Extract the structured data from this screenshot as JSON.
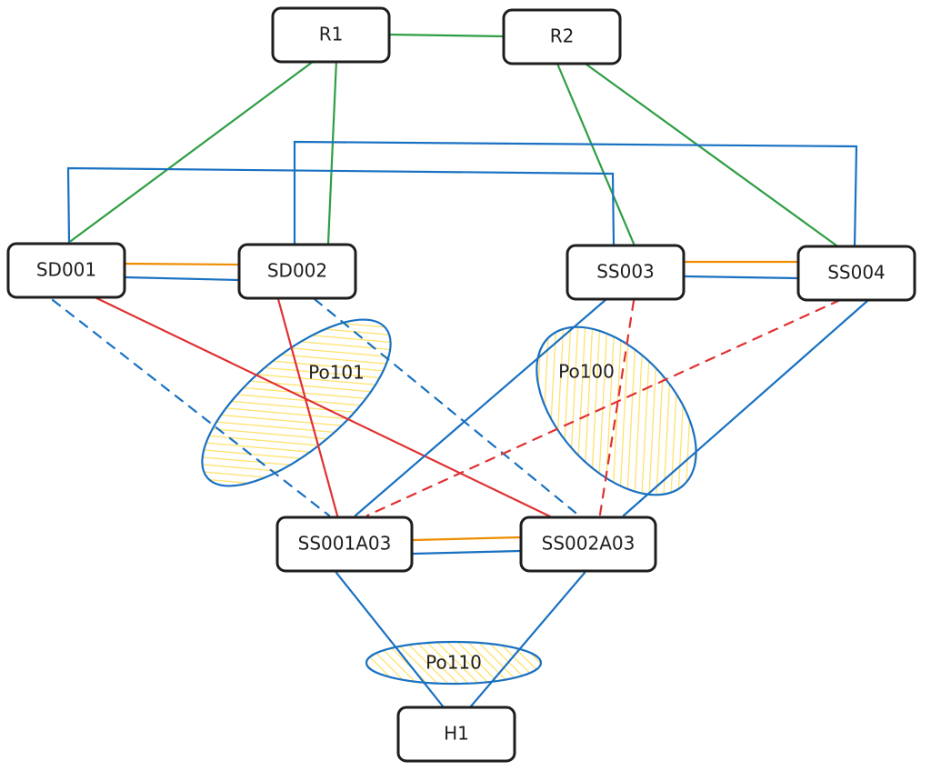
{
  "colors": {
    "green": "#2f9e44",
    "blue": "#1971c2",
    "orange": "#f08c00",
    "red": "#e03131",
    "hatch": "#ffec99",
    "ink": "#1e1e1e"
  },
  "nodes": {
    "r1": {
      "label": "R1"
    },
    "r2": {
      "label": "R2"
    },
    "sd001": {
      "label": "SD001"
    },
    "sd002": {
      "label": "SD002"
    },
    "ss003": {
      "label": "SS003"
    },
    "ss004": {
      "label": "SS004"
    },
    "ss001a03": {
      "label": "SS001A03"
    },
    "ss002a03": {
      "label": "SS002A03"
    },
    "h1": {
      "label": "H1"
    }
  },
  "port_channels": {
    "po101": {
      "label": "Po101"
    },
    "po100": {
      "label": "Po100"
    },
    "po110": {
      "label": "Po110"
    }
  },
  "links": [
    {
      "from": "R1",
      "to": "R2",
      "color": "green",
      "style": "solid"
    },
    {
      "from": "R1",
      "to": "SD001",
      "color": "green",
      "style": "solid"
    },
    {
      "from": "R1",
      "to": "SD002",
      "color": "green",
      "style": "solid"
    },
    {
      "from": "R2",
      "to": "SS003",
      "color": "green",
      "style": "solid"
    },
    {
      "from": "R2",
      "to": "SS004",
      "color": "green",
      "style": "solid"
    },
    {
      "from": "SD001",
      "to": "SS003",
      "color": "blue",
      "style": "solid"
    },
    {
      "from": "SD002",
      "to": "SS004",
      "color": "blue",
      "style": "solid"
    },
    {
      "from": "SD001",
      "to": "SD002",
      "color": "orange",
      "style": "solid"
    },
    {
      "from": "SD001",
      "to": "SD002",
      "color": "blue",
      "style": "solid"
    },
    {
      "from": "SS003",
      "to": "SS004",
      "color": "orange",
      "style": "solid"
    },
    {
      "from": "SS003",
      "to": "SS004",
      "color": "blue",
      "style": "solid"
    },
    {
      "from": "SD001",
      "to": "SS001A03",
      "color": "blue",
      "style": "dashed"
    },
    {
      "from": "SD001",
      "to": "SS002A03",
      "color": "red",
      "style": "solid"
    },
    {
      "from": "SD002",
      "to": "SS001A03",
      "color": "red",
      "style": "solid"
    },
    {
      "from": "SD002",
      "to": "SS002A03",
      "color": "blue",
      "style": "dashed"
    },
    {
      "from": "SS003",
      "to": "SS001A03",
      "color": "blue",
      "style": "solid"
    },
    {
      "from": "SS003",
      "to": "SS002A03",
      "color": "red",
      "style": "dashed"
    },
    {
      "from": "SS004",
      "to": "SS001A03",
      "color": "red",
      "style": "dashed"
    },
    {
      "from": "SS004",
      "to": "SS002A03",
      "color": "blue",
      "style": "solid"
    },
    {
      "from": "SS001A03",
      "to": "SS002A03",
      "color": "orange",
      "style": "solid"
    },
    {
      "from": "SS001A03",
      "to": "SS002A03",
      "color": "blue",
      "style": "solid"
    },
    {
      "from": "SS001A03",
      "to": "H1",
      "color": "blue",
      "style": "solid"
    },
    {
      "from": "SS002A03",
      "to": "H1",
      "color": "blue",
      "style": "solid"
    }
  ]
}
